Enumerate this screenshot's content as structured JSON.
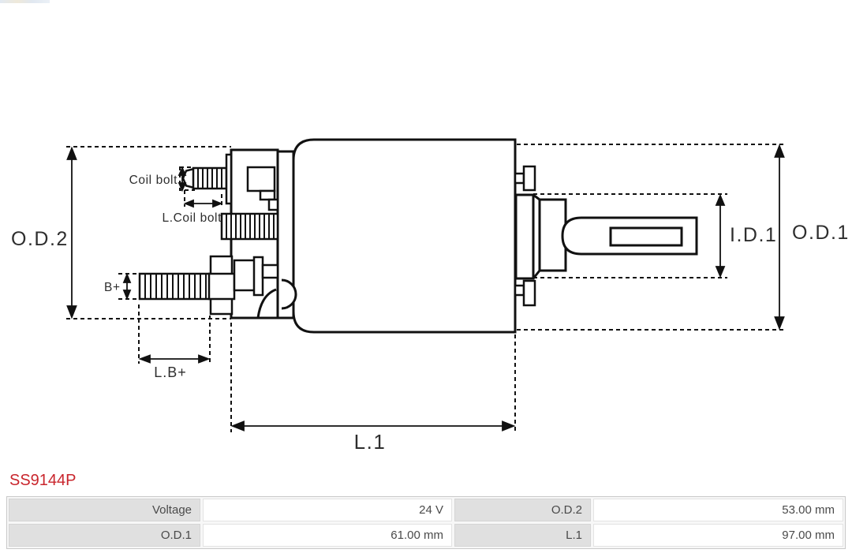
{
  "diagram": {
    "labels": {
      "od2": "O.D.2",
      "od1": "O.D.1",
      "id1": "I.D.1",
      "l1": "L.1",
      "lb_plus": "L.B+",
      "b_plus": "B+",
      "coil_bolt": "Coil bolt",
      "l_coil_bolt": "L.Coil bolt"
    }
  },
  "part_number": "SS9144P",
  "spec_table": {
    "cells": [
      {
        "label": "Voltage",
        "value": "24 V"
      },
      {
        "label": "O.D.2",
        "value": "53.00 mm"
      },
      {
        "label": "O.D.1",
        "value": "61.00 mm"
      },
      {
        "label": "L.1",
        "value": "97.00 mm"
      }
    ]
  },
  "colors": {
    "accent_red": "#c9252c",
    "diagram_line": "#111111",
    "table_label_bg": "#e0e0e0",
    "table_border": "#c9c9c9",
    "table_text": "#4a4a4a",
    "watermark_gray": "#d6d6d6"
  }
}
